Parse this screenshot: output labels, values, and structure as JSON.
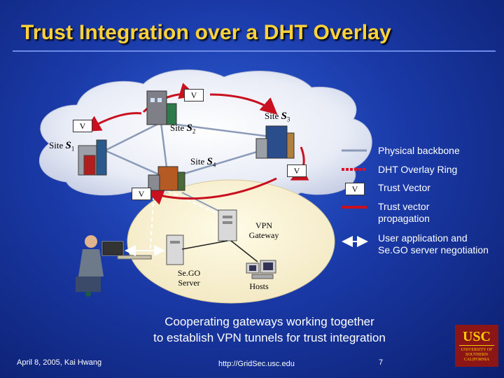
{
  "title": "Trust Integration over a DHT Overlay",
  "sites": {
    "s1": {
      "prefix": "Site ",
      "name": "S",
      "sub": "1"
    },
    "s2": {
      "prefix": "Site ",
      "name": "S",
      "sub": "2"
    },
    "s3": {
      "prefix": "Site ",
      "name": "S",
      "sub": "3"
    },
    "s4": {
      "prefix": "Site ",
      "name": "S",
      "sub": "4"
    }
  },
  "vector_label": "V",
  "nodes": {
    "vpn_gateway": "VPN Gateway",
    "sego_server": "Se.GO Server",
    "hosts": "Hosts"
  },
  "legend": {
    "physical_backbone": "Physical backbone",
    "dht_ring": "DHT Overlay Ring",
    "trust_vector": "Trust Vector",
    "trust_propagation": "Trust vector propagation",
    "negotiation": "User application and Se.GO server negotiation"
  },
  "caption": {
    "line1": "Cooperating gateways working together",
    "line2": "to establish VPN tunnels for trust integration"
  },
  "footer": {
    "date_author": "April 8, 2005,  Kai Hwang",
    "url": "http://GridSec.usc.edu",
    "page": "7"
  },
  "logo": {
    "abbr": "USC",
    "text": "UNIVERSITY OF SOUTHERN CALIFORNIA"
  },
  "colors": {
    "title": "#ffd23a",
    "backbone": "#8a9ab8",
    "dht_ring": "#e0102a",
    "propagation": "#c8101e"
  }
}
